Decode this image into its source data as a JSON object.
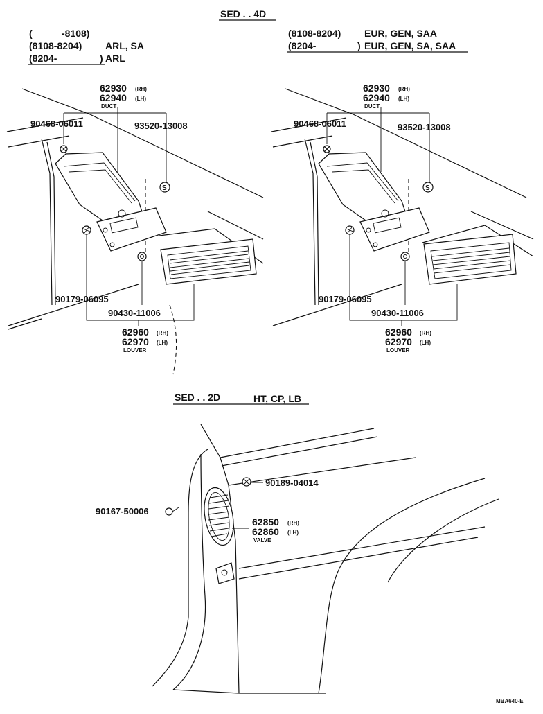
{
  "sections": {
    "sed4d": "SED . . 4D",
    "sed2d_a": "SED . . 2D",
    "sed2d_b": "HT, CP, LB"
  },
  "left_header": {
    "line1_paren": "(",
    "line1_rest": "-8108)",
    "line2_code": "(8108-8204)",
    "line2_rest": "ARL, SA",
    "line3_code": "(8204-",
    "line3_paren": ")",
    "line3_rest": "ARL"
  },
  "right_header": {
    "line1_code": "(8108-8204)",
    "line1_rest": "EUR, GEN, SAA",
    "line2_code": "(8204-",
    "line2_paren": ")",
    "line2_rest": "EUR, GEN, SA, SAA"
  },
  "parts": {
    "duct_rh": "62930",
    "duct_lh": "62940",
    "duct_name": "DUCT",
    "screw": "90468-06011",
    "clip": "93520-13008",
    "nut": "90179-06095",
    "grommet": "90430-11006",
    "louver_rh": "62960",
    "louver_lh": "62970",
    "louver_name": "LOUVER",
    "valve_rh": "62850",
    "valve_lh": "62860",
    "valve_name": "VALVE",
    "clip2": "90189-04014",
    "screw2": "90167-50006"
  },
  "suffix": {
    "rh": "(RH)",
    "lh": "(LH)"
  },
  "footer_code": "MBA640-E"
}
